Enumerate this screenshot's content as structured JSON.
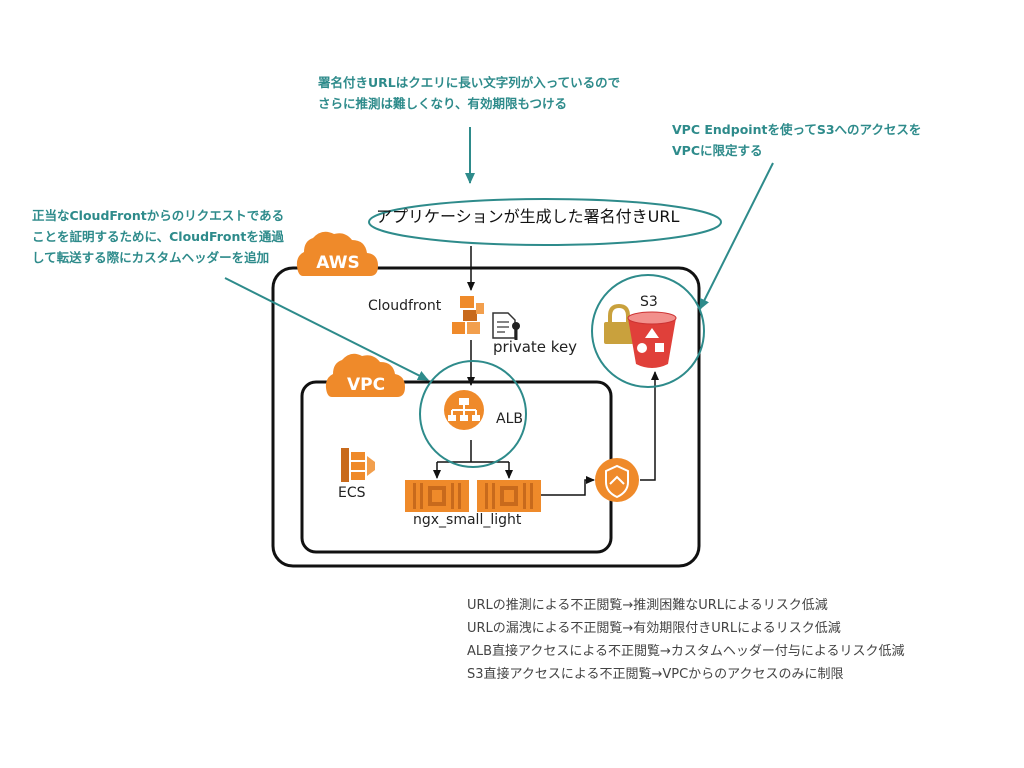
{
  "notes": {
    "signed_url": [
      "署名付きURLはクエリに長い文字列が入っているので",
      "さらに推測は難しくなり、有効期限もつける"
    ],
    "vpc_endpoint": [
      "VPC Endpointを使ってS3へのアクセスを",
      "VPCに限定する"
    ],
    "cloudfront_header": [
      "正当なCloudFrontからのリクエストである",
      "ことを証明するために、CloudFrontを通過",
      "して転送する際にカスタムヘッダーを追加"
    ]
  },
  "center_label": "アプリケーションが生成した署名付きURL",
  "labels": {
    "aws": "AWS",
    "vpc": "VPC",
    "cloudfront": "Cloudfront",
    "private_key": "private key",
    "s3": "S3",
    "alb": "ALB",
    "ecs": "ECS",
    "ngx": "ngx_small_light"
  },
  "summary": [
    "URLの推測による不正閲覧→推測困難なURLによるリスク低減",
    "URLの漏洩による不正閲覧→有効期限付きURLによるリスク低減",
    "ALB直接アクセスによる不正閲覧→カスタムヘッダー付与によるリスク低減",
    "S3直接アクセスによる不正閲覧→VPCからのアクセスのみに制限"
  ],
  "colors": {
    "teal": "#2e8b8b",
    "aws_orange": "#ef8a2a",
    "s3_red": "#e0403a",
    "lock_gold": "#c9a13d",
    "box_border": "#111111"
  },
  "icons": {
    "cloudfront": "cloudfront-icon",
    "private_key": "document-key-icon",
    "s3": "s3-bucket-icon",
    "lock": "lock-icon",
    "alb": "load-balancer-icon",
    "ecs": "ecs-icon",
    "container": "container-icon",
    "endpoint": "vpc-endpoint-icon"
  }
}
